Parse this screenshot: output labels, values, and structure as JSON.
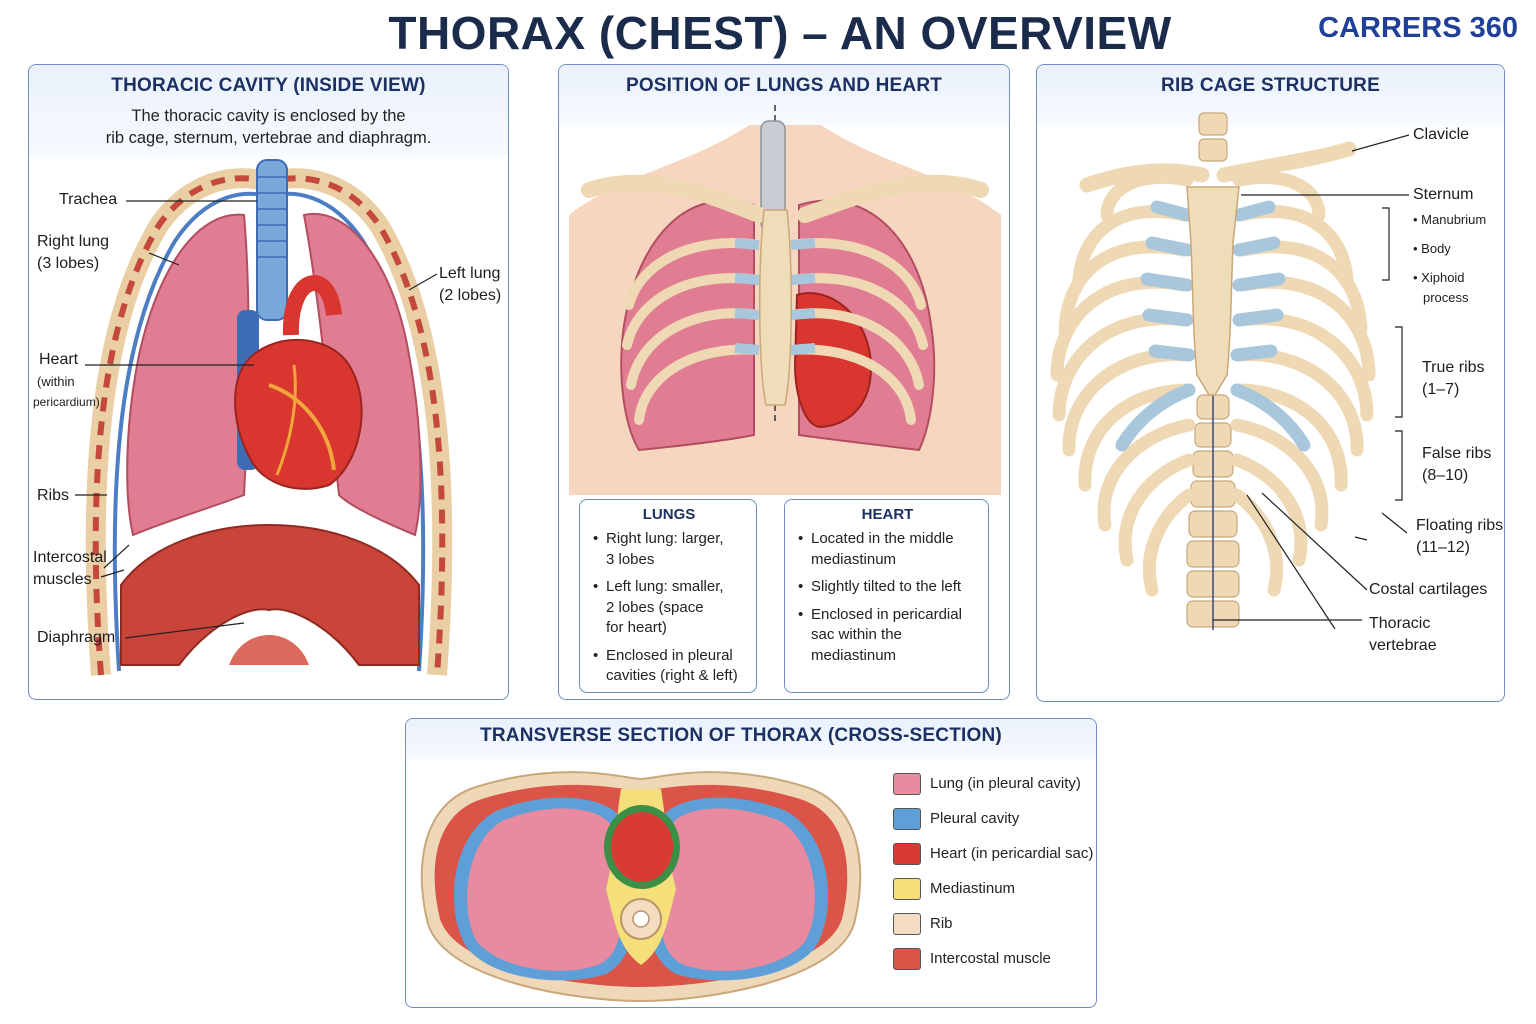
{
  "page": {
    "title": "THORAX (CHEST) – AN OVERVIEW",
    "brand": "CARRERS 360"
  },
  "cavity": {
    "title": "THORACIC CAVITY (INSIDE VIEW)",
    "subtitle_line1": "The thoracic cavity is enclosed by the",
    "subtitle_line2": "rib cage, sternum, vertebrae and diaphragm.",
    "labels": {
      "trachea": "Trachea",
      "right_lung": "Right lung",
      "right_lung_lobes": "(3 lobes)",
      "left_lung": "Left lung",
      "left_lung_lobes": "(2 lobes)",
      "heart": "Heart",
      "heart_within": "(within",
      "heart_pericardium": "pericardium)",
      "ribs": "Ribs",
      "intercostal": "Intercostal",
      "muscles": "muscles",
      "diaphragm": "Diaphragm"
    }
  },
  "position": {
    "title": "POSITION OF LUNGS AND HEART",
    "lungs_box": {
      "title": "LUNGS",
      "items": [
        [
          "Right lung: larger,",
          "3 lobes"
        ],
        [
          "Left lung: smaller,",
          "2 lobes (space",
          "for heart)"
        ],
        [
          "Enclosed in pleural",
          "cavities (right & left)"
        ]
      ]
    },
    "heart_box": {
      "title": "HEART",
      "items": [
        [
          "Located in the middle",
          "mediastinum"
        ],
        [
          "Slightly tilted to the left"
        ],
        [
          "Enclosed in pericardial",
          "sac within the",
          "mediastinum"
        ]
      ]
    }
  },
  "ribcage": {
    "title": "RIB CAGE STRUCTURE",
    "labels": {
      "clavicle": "Clavicle",
      "sternum": "Sternum",
      "manubrium": "Manubrium",
      "body": "Body",
      "xiphoid": "Xiphoid",
      "process": "process",
      "true_ribs": "True ribs",
      "true_ribs_range": "(1–7)",
      "false_ribs": "False ribs",
      "false_ribs_range": "(8–10)",
      "floating_ribs": "Floating ribs",
      "floating_ribs_range": "(11–12)",
      "costal": "Costal cartilages",
      "thoracic": "Thoracic",
      "vertebrae": "vertebrae"
    }
  },
  "transverse": {
    "title": "TRANSVERSE SECTION OF THORAX (CROSS-SECTION)",
    "legend": [
      {
        "label": "Lung (in pleural cavity)",
        "color": "#e88aa0"
      },
      {
        "label": "Pleural cavity",
        "color": "#5f9fd8"
      },
      {
        "label": "Heart (in pericardial sac)",
        "color": "#d93a33"
      },
      {
        "label": "Mediastinum",
        "color": "#f5df7a"
      },
      {
        "label": "Rib",
        "color": "#f3dcc0"
      },
      {
        "label": "Intercostal muscle",
        "color": "#db5448"
      }
    ]
  },
  "colors": {
    "title": "#1a2b4c",
    "brand": "#1f3f99",
    "panel_border": "#6f8fc2",
    "lung": "#e07d92",
    "artery": "#d8362e",
    "vein": "#3e6db5",
    "bone": "#eed9b4",
    "cartilage": "#a9c7dc",
    "muscle": "#c9453a"
  }
}
